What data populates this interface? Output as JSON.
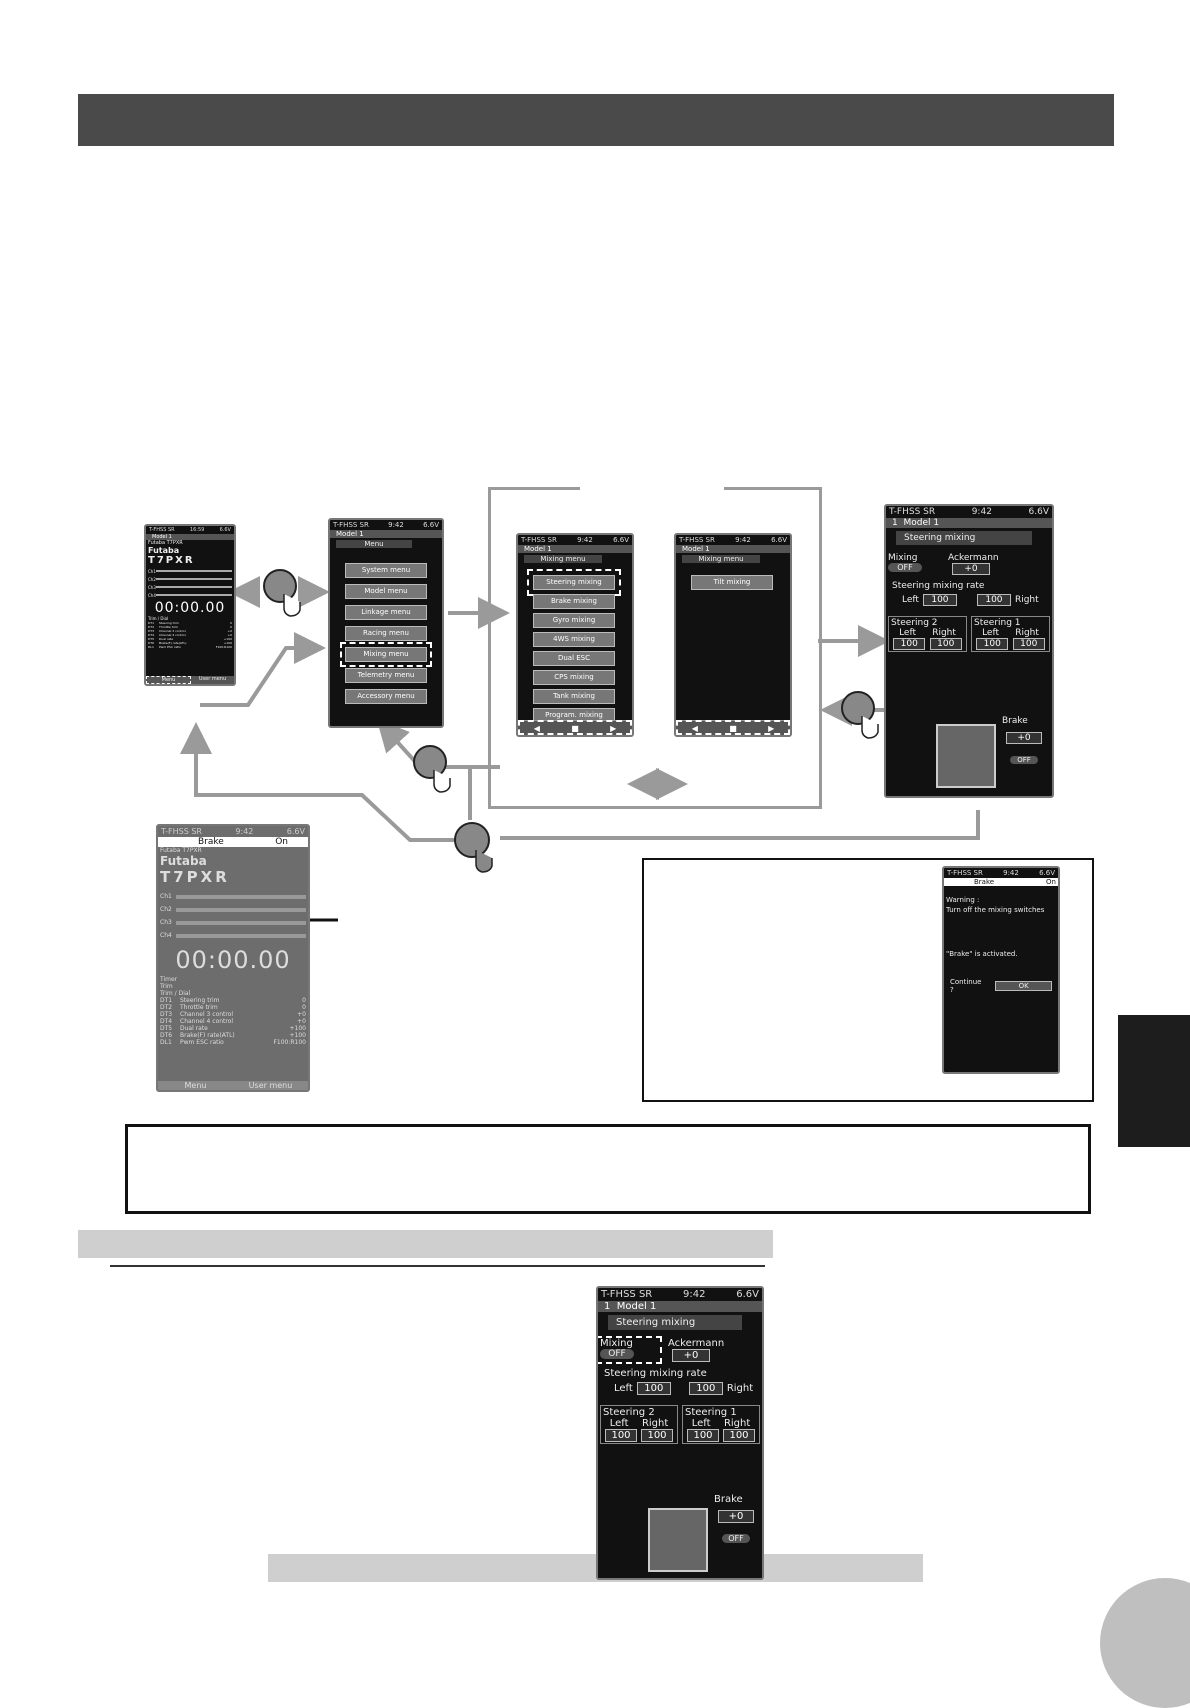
{
  "home_screen": {
    "status_left": "T-FHSS SR",
    "status_time": "16:59",
    "status_volt": "6.6V",
    "model": "Model 1",
    "model_sub": "Futaba T7PXR",
    "brand": "Futaba",
    "product": "T7PXR",
    "channels": [
      "Ch1",
      "Ch2",
      "Ch3",
      "Ch4"
    ],
    "timer": "00:00.00",
    "trim_dial_label": "Trim / Dial",
    "trim_rows": [
      {
        "id": "DT1",
        "name": "Steering trim",
        "value": "0"
      },
      {
        "id": "DT2",
        "name": "Throttle trim",
        "value": "0"
      },
      {
        "id": "DT3",
        "name": "Channel 3 control",
        "value": "+0"
      },
      {
        "id": "DT4",
        "name": "Channel 4 control",
        "value": "+0"
      },
      {
        "id": "DT5",
        "name": "Dual rate",
        "value": "+100"
      },
      {
        "id": "DT6",
        "name": "Brake(F) rate(ATL)",
        "value": "+100"
      },
      {
        "id": "DL1",
        "name": "Pwm ESC ratio",
        "value": "F100:R100"
      }
    ],
    "menu_label": "Menu",
    "user_menu_label": "User menu"
  },
  "menu_screen": {
    "status_left": "T-FHSS SR",
    "status_time": "9:42",
    "status_volt": "6.6V",
    "model": "Model 1",
    "header": "Menu",
    "items": [
      "System menu",
      "Model menu",
      "Linkage menu",
      "Racing menu",
      "Mixing menu",
      "Telemetry menu",
      "Accessory menu"
    ]
  },
  "mixing_screen_1": {
    "status_left": "T-FHSS SR",
    "status_time": "9:42",
    "status_volt": "6.6V",
    "model": "Model 1",
    "header": "Mixing menu",
    "items": [
      "Steering mixing",
      "Brake mixing",
      "Gyro mixing",
      "4WS mixing",
      "Dual ESC",
      "CPS mixing",
      "Tank mixing",
      "Program. mixing"
    ]
  },
  "mixing_screen_2": {
    "status_left": "T-FHSS SR",
    "status_time": "9:42",
    "status_volt": "6.6V",
    "model": "Model 1",
    "header": "Mixing menu",
    "items": [
      "Tilt mixing"
    ]
  },
  "steering_screen": {
    "status_left": "T-FHSS SR",
    "status_time": "9:42",
    "status_volt": "6.6V",
    "model_num": "1",
    "model": "Model 1",
    "header": "Steering mixing",
    "mixing_label": "Mixing",
    "mixing_value": "OFF",
    "ackermann_label": "Ackermann",
    "ackermann_value": "+0",
    "rate_label": "Steering mixing rate",
    "left_label": "Left",
    "right_label": "Right",
    "rate_left": "100",
    "rate_right": "100",
    "steering2_label": "Steering 2",
    "steering1_label": "Steering 1",
    "s2_left": "100",
    "s2_right": "100",
    "s1_left": "100",
    "s1_right": "100",
    "brake_label": "Brake",
    "brake_value": "+0",
    "brake_switch": "OFF"
  },
  "brake_home_screen": {
    "status_left": "T-FHSS SR",
    "status_time": "9:42",
    "status_volt": "6.6V",
    "banner_left": "Brake",
    "banner_right": "On",
    "model_sub": "Futaba T7PXR",
    "brand": "Futaba",
    "product": "T7PXR",
    "channels": [
      "Ch1",
      "Ch2",
      "Ch3",
      "Ch4"
    ],
    "timer": "00:00.00",
    "t_trim": "Timer",
    "t_trim2": "Trim",
    "trim_dial_label": "Trim / Dial",
    "trim_rows": [
      {
        "id": "DT1",
        "name": "Steering trim",
        "value": "0"
      },
      {
        "id": "DT2",
        "name": "Throttle trim",
        "value": "0"
      },
      {
        "id": "DT3",
        "name": "Channel 3 control",
        "value": "+0"
      },
      {
        "id": "DT4",
        "name": "Channel 4 control",
        "value": "+0"
      },
      {
        "id": "DT5",
        "name": "Dual rate",
        "value": "+100"
      },
      {
        "id": "DT6",
        "name": "Brake(F) rate(ATL)",
        "value": "+100"
      },
      {
        "id": "DL1",
        "name": "Pwm ESC ratio",
        "value": "F100:R100"
      }
    ],
    "menu_label": "Menu",
    "user_menu_label": "User menu"
  },
  "warning_screen": {
    "status_left": "T-FHSS SR",
    "status_time": "9:42",
    "status_volt": "6.6V",
    "banner_left": "Brake",
    "banner_right": "On",
    "warning_title": "Warning :",
    "warning_text": "Turn off the mixing switches",
    "activated_text": "\"Brake\" is activated.",
    "continue_label": "Continue ?",
    "ok_label": "OK"
  },
  "nav_arrows": {
    "left": "◀",
    "stop": "■",
    "right": "▶"
  }
}
